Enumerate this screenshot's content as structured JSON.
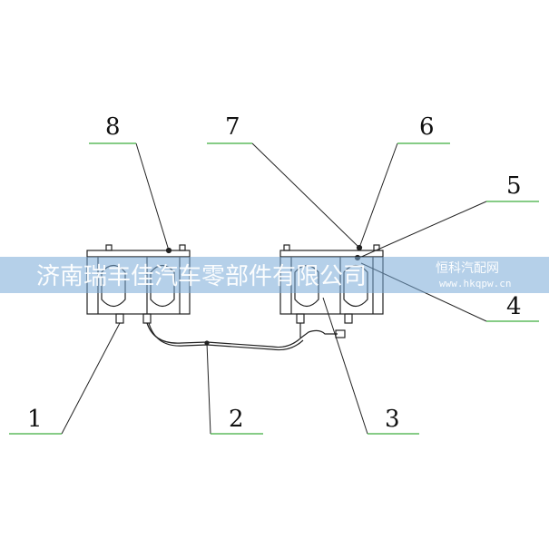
{
  "callouts": [
    "1",
    "2",
    "3",
    "4",
    "5",
    "6",
    "7",
    "8"
  ],
  "watermark": {
    "main": "济南瑞丰佳汽车零部件有限公司",
    "side": "恒科汽配网",
    "url": "www.hkqpw.cn"
  },
  "colors": {
    "line": "#222222",
    "leader_base": "#3fae3f",
    "watermark_band": "#78aad7"
  }
}
